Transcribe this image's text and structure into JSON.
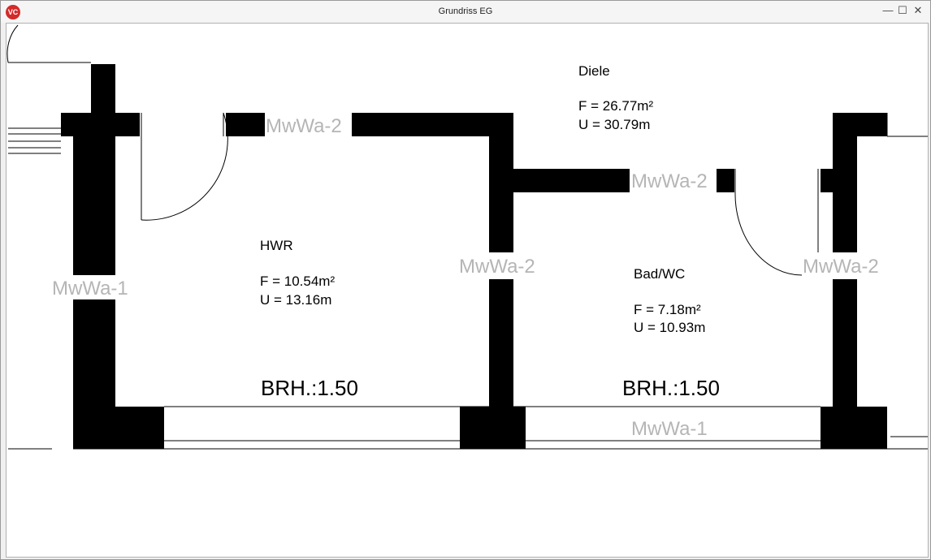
{
  "window": {
    "title": "Grundriss EG",
    "app_icon": "VC",
    "controls": {
      "minimize": "—",
      "maximize": "☐",
      "close": "✕"
    }
  },
  "rooms": [
    {
      "name": "Diele",
      "area": "F = 26.77m²",
      "perimeter": "U = 30.79m"
    },
    {
      "name": "HWR",
      "area": "F = 10.54m²",
      "perimeter": "U = 13.16m"
    },
    {
      "name": "Bad/WC",
      "area": "F = 7.18m²",
      "perimeter": "U = 10.93m"
    }
  ],
  "wall_labels": [
    "MwWa-2",
    "MwWa-2",
    "MwWa-2",
    "MwWa-2",
    "MwWa-1",
    "MwWa-1"
  ],
  "parapet_labels": [
    "BRH.:1.50",
    "BRH.:1.50"
  ],
  "colors": {
    "wall": "#000000",
    "wall_label": "#b5b5b5",
    "room_text": "#000000",
    "line": "#000000"
  }
}
